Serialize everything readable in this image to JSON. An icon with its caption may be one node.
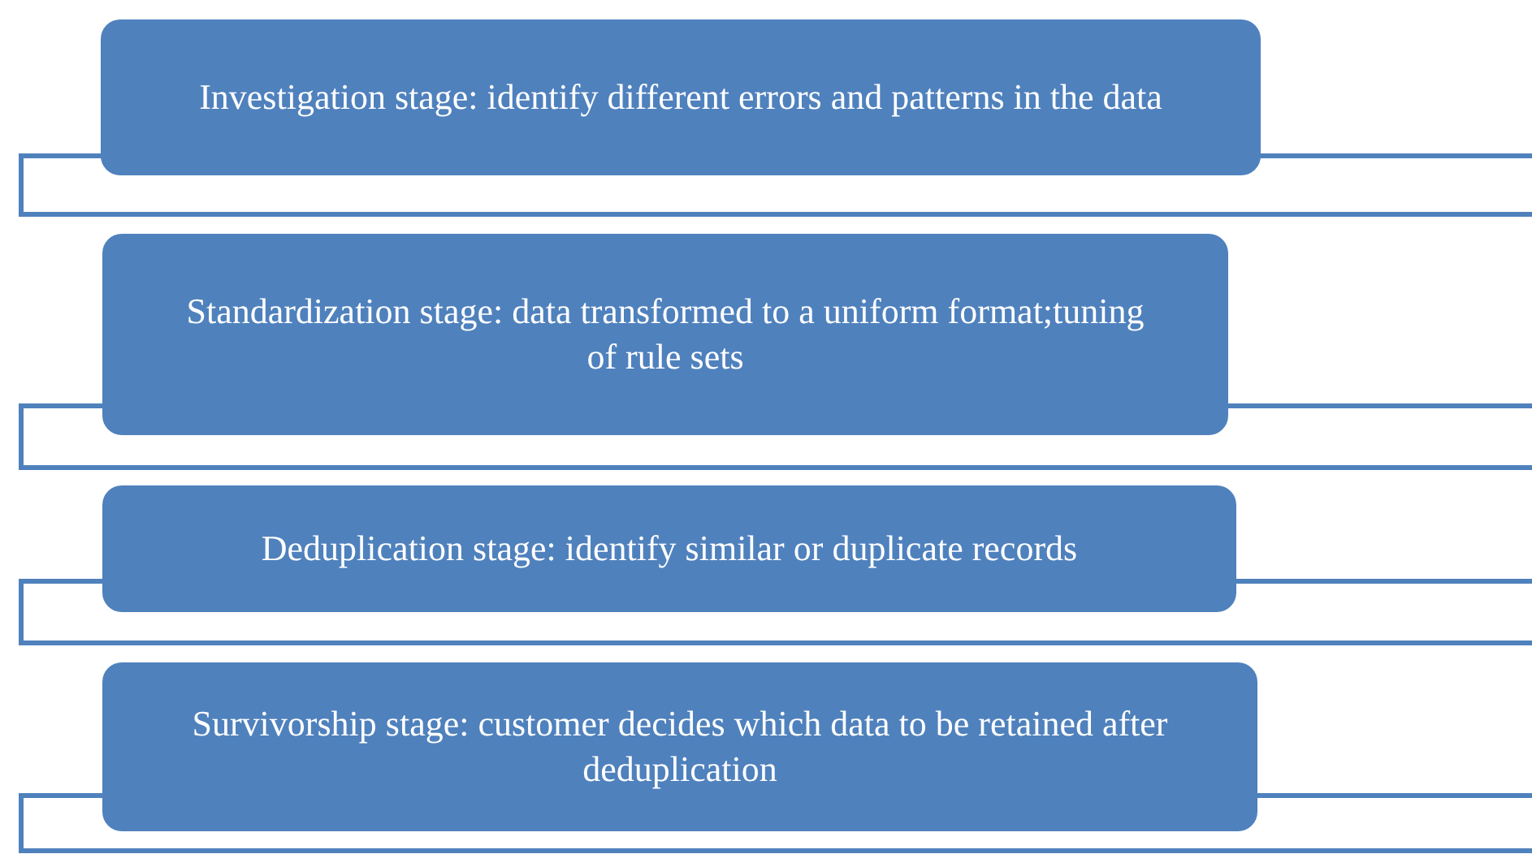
{
  "diagram": {
    "nodes": [
      {
        "text": [
          "Investigation stage: identify different errors and patterns in the data"
        ]
      },
      {
        "text": [
          "Standardization stage: data transformed to a uniform format;tuning of rule sets"
        ]
      },
      {
        "text": [
          "Deduplication stage: identify similar or duplicate records"
        ]
      },
      {
        "text": [
          "Survivorship stage: customer decides which data to be retained after deduplication"
        ]
      }
    ],
    "edges": []
  }
}
